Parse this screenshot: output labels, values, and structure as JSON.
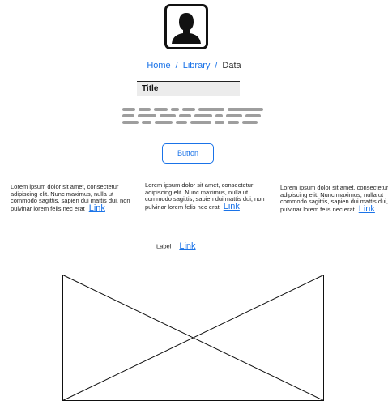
{
  "avatar": {
    "icon": "user-silhouette-icon"
  },
  "breadcrumb": {
    "items": [
      {
        "label": "Home"
      },
      {
        "label": "Library"
      },
      {
        "label": "Data"
      }
    ],
    "separator": "/"
  },
  "title_field": {
    "label": "Title"
  },
  "button": {
    "label": "Button"
  },
  "columns": [
    {
      "text": "Lorem ipsum dolor sit amet, consectetur adipiscing elit. Nunc maximus, nulla ut commodo sagittis, sapien dui mattis dui, non pulvinar lorem felis nec erat",
      "link": "Link"
    },
    {
      "text": "Lorem ipsum dolor sit amet, consectetur adipiscing elit. Nunc maximus, nulla ut commodo sagittis, sapien dui mattis dui, non pulvinar lorem felis nec erat",
      "link": "Link"
    },
    {
      "text": "Lorem ipsum dolor sit amet, consectetur adipiscing elit. Nunc maximus, nulla ut commodo sagittis, sapien dui mattis dui, non pulvinar lorem felis nec erat",
      "link": "Link"
    }
  ],
  "label_row": {
    "label": "Label",
    "link": "Link"
  },
  "image_placeholder": {
    "icon": "image-placeholder-icon"
  },
  "colors": {
    "accent": "#1a73e8",
    "text_placeholder": "#9e9e9e",
    "title_bg": "#ececec"
  }
}
